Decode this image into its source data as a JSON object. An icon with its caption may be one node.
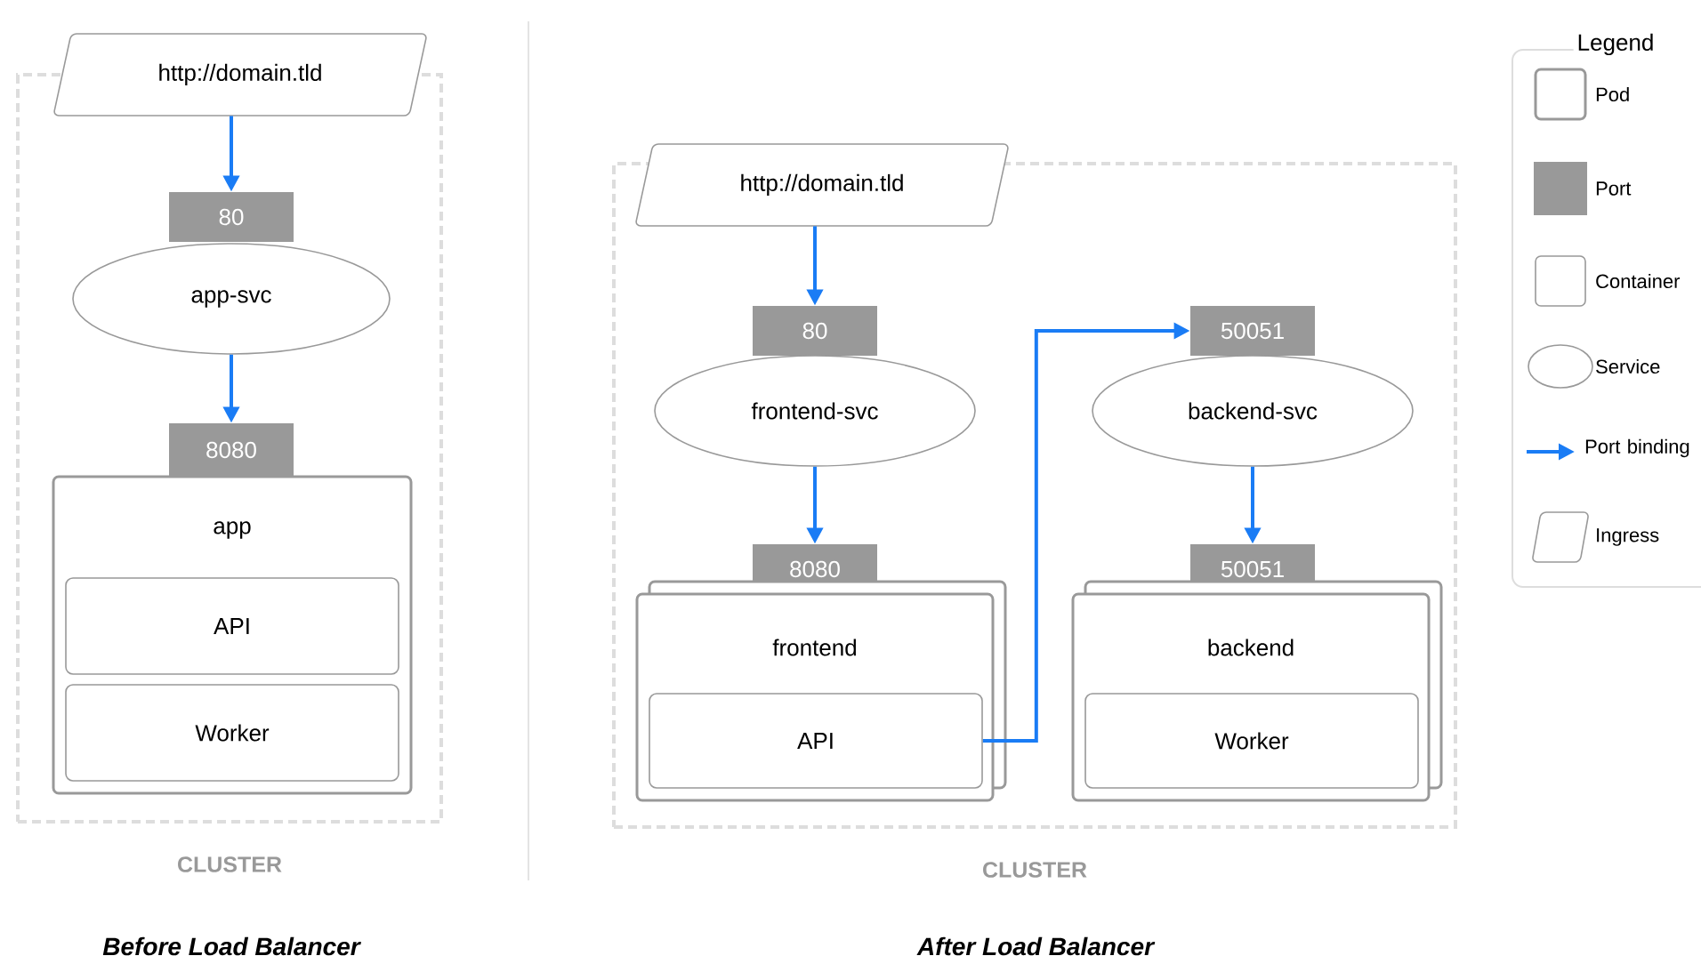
{
  "diagram": {
    "nodes": [
      {
        "text": [
          "CLUSTER"
        ]
      },
      {
        "text": [
          "http://domain.tld"
        ]
      },
      {
        "text": [
          "80"
        ],
        "in": 0
      },
      {
        "text": [
          "app-svc"
        ],
        "in": 0
      },
      {
        "text": [
          "8080"
        ],
        "in": 0
      },
      {
        "text": [
          "app"
        ],
        "in": 0
      },
      {
        "text": [
          "API"
        ],
        "in": 5
      },
      {
        "text": [
          "Worker"
        ],
        "in": 5
      },
      {
        "text": [
          "CLUSTER"
        ]
      },
      {
        "text": [
          "http://domain.tld"
        ]
      },
      {
        "text": [
          "80"
        ],
        "in": 8
      },
      {
        "text": [
          "frontend-svc"
        ],
        "in": 8
      },
      {
        "text": [
          "8080"
        ],
        "in": 8
      },
      {
        "text": [
          "frontend"
        ],
        "in": 8
      },
      {
        "text": [
          "API"
        ],
        "in": 13
      },
      {
        "text": [
          "50051"
        ],
        "in": 8
      },
      {
        "text": [
          "backend-svc"
        ],
        "in": 8
      },
      {
        "text": [
          "50051"
        ],
        "in": 8
      },
      {
        "text": [
          "backend"
        ],
        "in": 8
      },
      {
        "text": [
          "Worker"
        ],
        "in": 18
      }
    ],
    "edges": [
      {
        "from": 1,
        "to": 2,
        "arrow": "to"
      },
      {
        "from": 3,
        "to": 4,
        "arrow": "to"
      },
      {
        "from": 9,
        "to": 10,
        "arrow": "to"
      },
      {
        "from": 11,
        "to": 12,
        "arrow": "to"
      },
      {
        "from": 14,
        "to": 15,
        "arrow": "to"
      },
      {
        "from": 16,
        "to": 17,
        "arrow": "to"
      }
    ],
    "labels": [
      "Legend",
      "Before Load Balancer",
      "After Load Balancer"
    ],
    "legend": [
      {
        "text": "Pod"
      },
      {
        "text": "Port",
        "color": "#999999"
      },
      {
        "text": "Container"
      },
      {
        "text": "Service"
      },
      {
        "text": "Port binding"
      },
      {
        "text": "Ingress"
      }
    ]
  }
}
